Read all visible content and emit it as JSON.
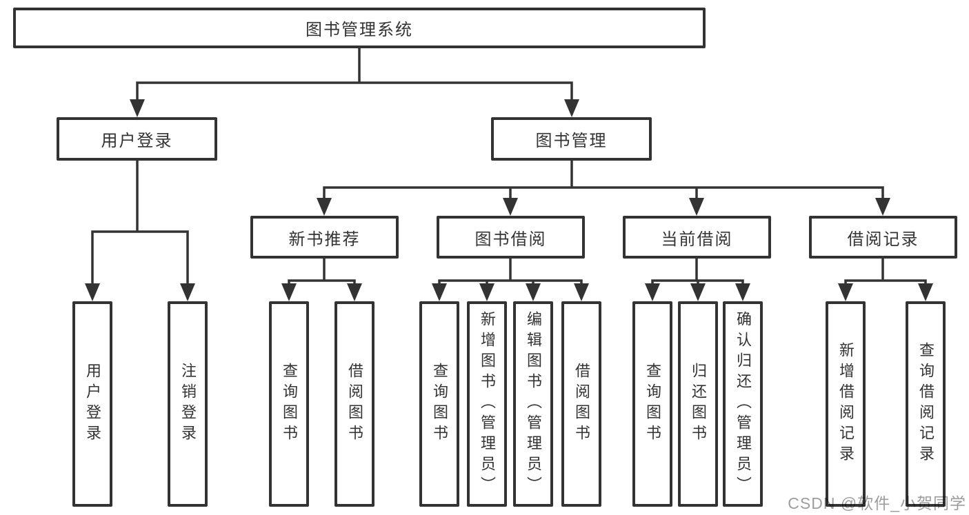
{
  "tree": {
    "label": "图书管理系统",
    "children": [
      {
        "label": "用户登录",
        "children": [
          {
            "label": "用户登录"
          },
          {
            "label": "注销登录"
          }
        ]
      },
      {
        "label": "图书管理",
        "children": [
          {
            "label": "新书推荐",
            "children": [
              {
                "label": "查询图书"
              },
              {
                "label": "借阅图书"
              }
            ]
          },
          {
            "label": "图书借阅",
            "children": [
              {
                "label": "查询图书"
              },
              {
                "label": "新增图书（管理员）"
              },
              {
                "label": "编辑图书（管理员）"
              },
              {
                "label": "借阅图书"
              }
            ]
          },
          {
            "label": "当前借阅",
            "children": [
              {
                "label": "查询图书"
              },
              {
                "label": "归还图书"
              },
              {
                "label": "确认归还（管理员）"
              }
            ]
          },
          {
            "label": "借阅记录",
            "children": [
              {
                "label": "新增借阅记录"
              },
              {
                "label": "查询借阅记录"
              }
            ]
          }
        ]
      }
    ]
  },
  "watermark": {
    "text": "CSDN @软件_小贺同学",
    "color": "#9d9d9d"
  },
  "colors": {
    "line": "#333333",
    "border": "#333333",
    "text": "#333333",
    "background": "#ffffff"
  }
}
